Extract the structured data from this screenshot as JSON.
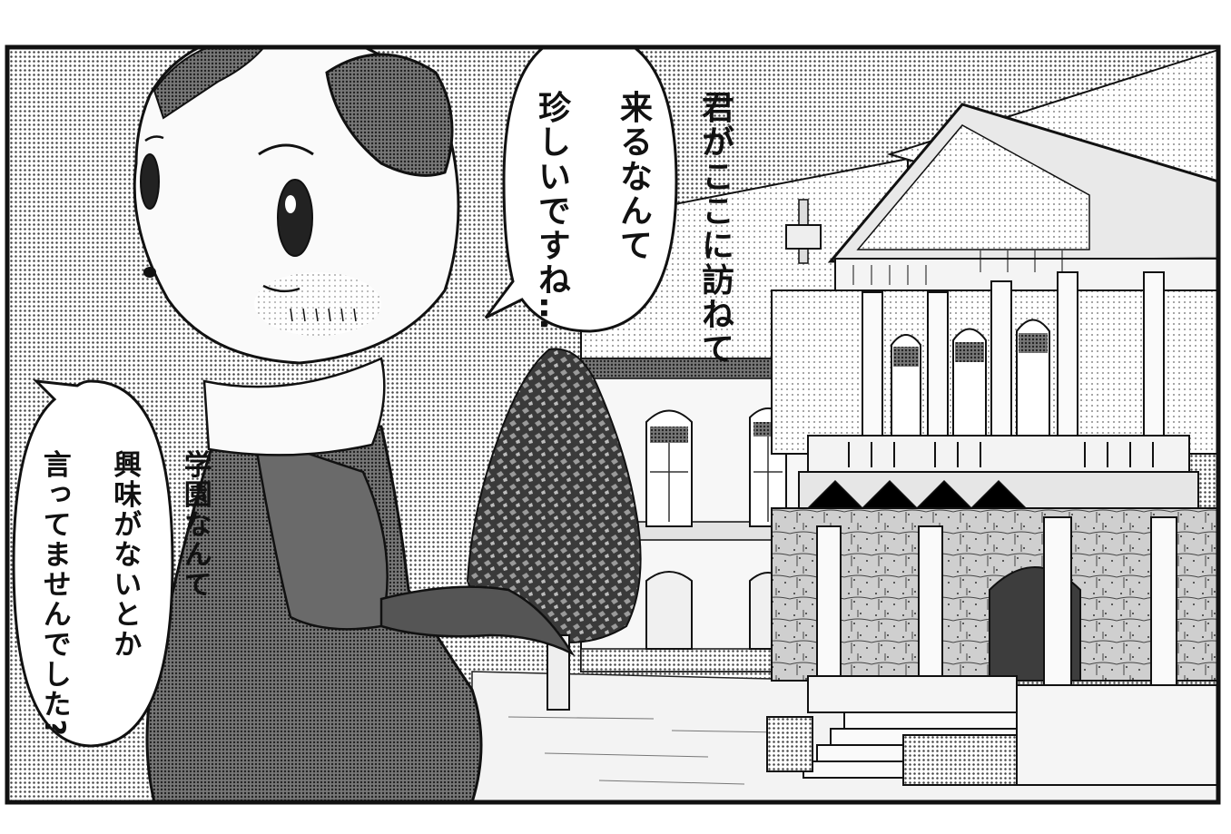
{
  "panel": {
    "bubbles": [
      {
        "id": "top",
        "lines": [
          "君がここに訪ねて",
          "来るなんて",
          "珍しいですね…"
        ]
      },
      {
        "id": "left",
        "lines": [
          "学園なんて",
          "興味がないとか",
          "言ってませんでした?"
        ]
      }
    ]
  },
  "colors": {
    "ink": "#111111",
    "paper": "#ffffff",
    "tone_light": "#d9d9d9",
    "tone_mid": "#a8a8a8",
    "tone_dark": "#5e5e5e"
  }
}
